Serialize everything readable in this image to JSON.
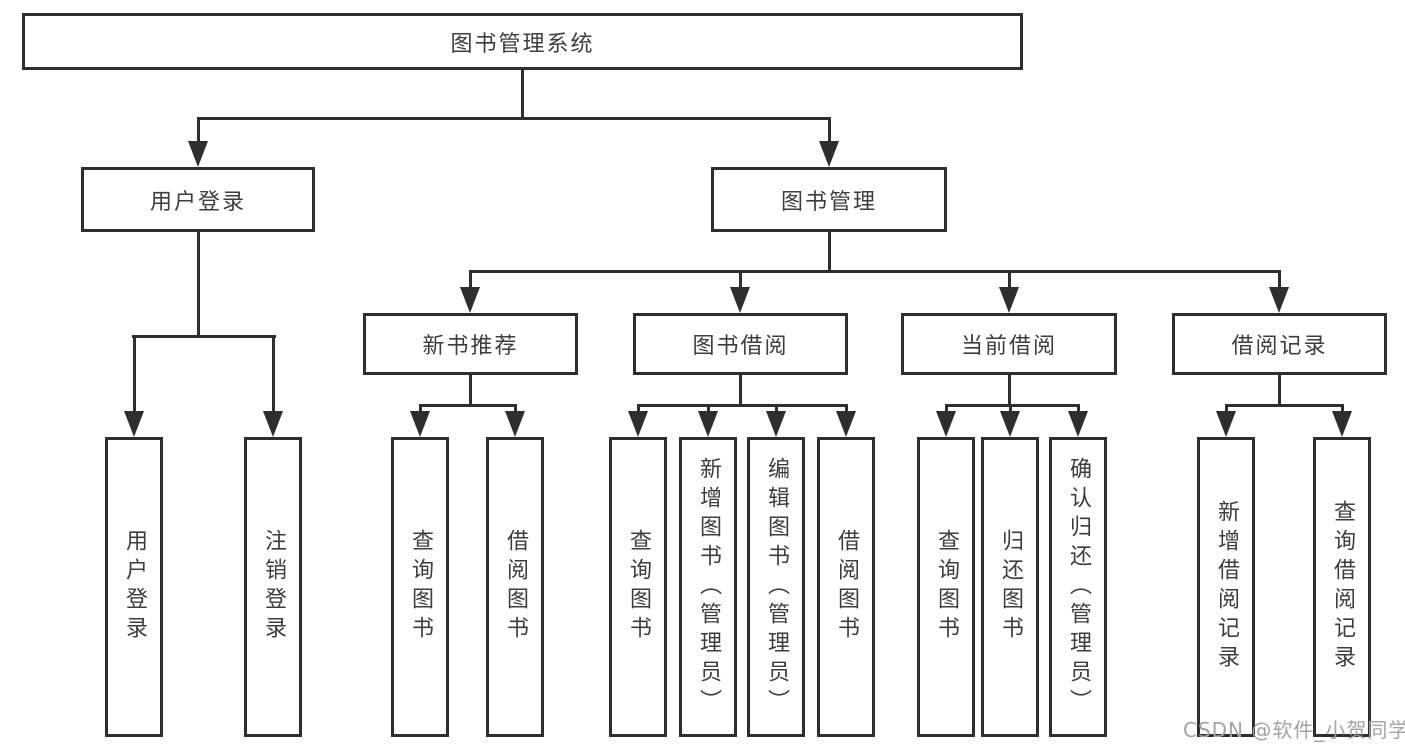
{
  "diagram": {
    "tree": {
      "label": "图书管理系统",
      "children": [
        {
          "label": "用户登录",
          "children": [
            {
              "label": "用户登录"
            },
            {
              "label": "注销登录"
            }
          ]
        },
        {
          "label": "图书管理",
          "children": [
            {
              "label": "新书推荐",
              "children": [
                {
                  "label": "查询图书"
                },
                {
                  "label": "借阅图书"
                }
              ]
            },
            {
              "label": "图书借阅",
              "children": [
                {
                  "label": "查询图书"
                },
                {
                  "label": "新增图书（管理员）"
                },
                {
                  "label": "编辑图书（管理员）"
                },
                {
                  "label": "借阅图书"
                }
              ]
            },
            {
              "label": "当前借阅",
              "children": [
                {
                  "label": "查询图书"
                },
                {
                  "label": "归还图书"
                },
                {
                  "label": "确认归还（管理员）"
                }
              ]
            },
            {
              "label": "借阅记录",
              "children": [
                {
                  "label": "新增借阅记录"
                },
                {
                  "label": "查询借阅记录"
                }
              ]
            }
          ]
        }
      ]
    },
    "colors": {
      "line": "#2e2e2e",
      "text": "#3d3d3d",
      "background": "#ffffff",
      "watermark": "#a3a3a3"
    }
  },
  "watermark": {
    "text": "CSDN @软件_小贺同学"
  }
}
